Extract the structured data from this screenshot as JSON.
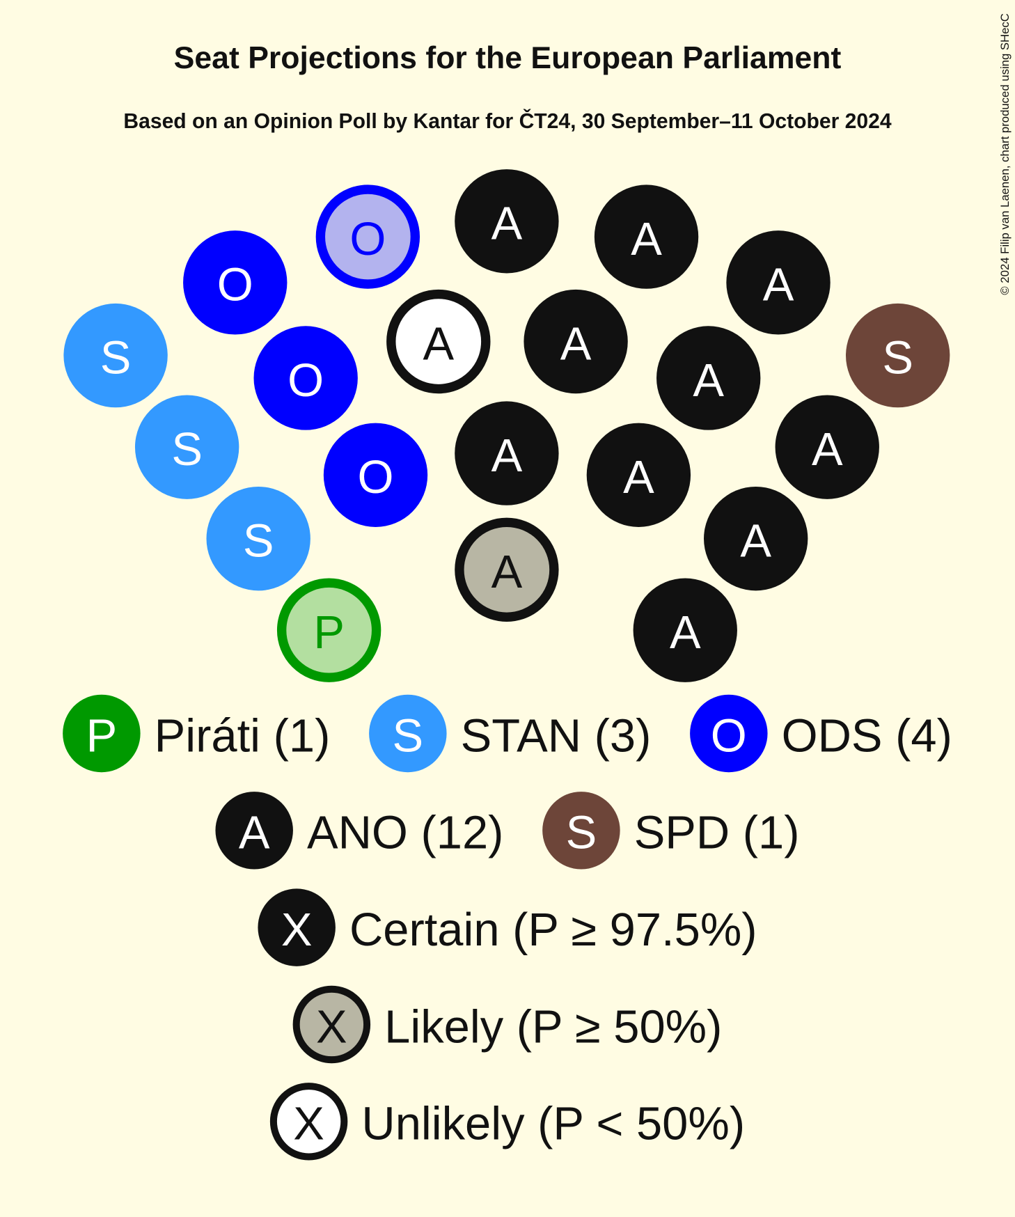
{
  "title": "Seat Projections for the European Parliament",
  "subtitle": "Based on an Opinion Poll by Kantar for ČT24, 30 September–11 October 2024",
  "copyright": "© 2024 Filip van Laenen, chart produced using SHecC",
  "chart_data": {
    "type": "parliament-seat-chart",
    "total_seats": 21,
    "parties": [
      {
        "letter": "P",
        "name": "Piráti",
        "seats": 1,
        "color": "#009900",
        "light_color": "#b3dfa0",
        "certain": 0,
        "likely": 1,
        "unlikely": 0,
        "legend": "Piráti (1)"
      },
      {
        "letter": "S",
        "name": "STAN",
        "seats": 3,
        "color": "#3399ff",
        "light_color": "#b3d6ff",
        "certain": 3,
        "likely": 0,
        "unlikely": 0,
        "legend": "STAN (3)"
      },
      {
        "letter": "O",
        "name": "ODS",
        "seats": 4,
        "color": "#0000ff",
        "light_color": "#b3b3ee",
        "certain": 3,
        "likely": 1,
        "unlikely": 0,
        "legend": "ODS (4)"
      },
      {
        "letter": "A",
        "name": "ANO",
        "seats": 12,
        "color": "#111111",
        "light_color": "#b8b6a4",
        "certain": 10,
        "likely": 1,
        "unlikely": 1,
        "legend": "ANO (12)"
      },
      {
        "letter": "S",
        "name": "SPD",
        "seats": 1,
        "color": "#6d4539",
        "light_color": "#d0b8b0",
        "certain": 1,
        "likely": 0,
        "unlikely": 0,
        "legend": "SPD (1)"
      }
    ],
    "certainty_legend": [
      {
        "letter": "X",
        "label": "Certain (P ≥ 97.5%)",
        "style": "certain"
      },
      {
        "letter": "X",
        "label": "Likely (P ≥ 50%)",
        "style": "likely"
      },
      {
        "letter": "X",
        "label": "Unlikely (P < 50%)",
        "style": "unlikely"
      }
    ]
  }
}
